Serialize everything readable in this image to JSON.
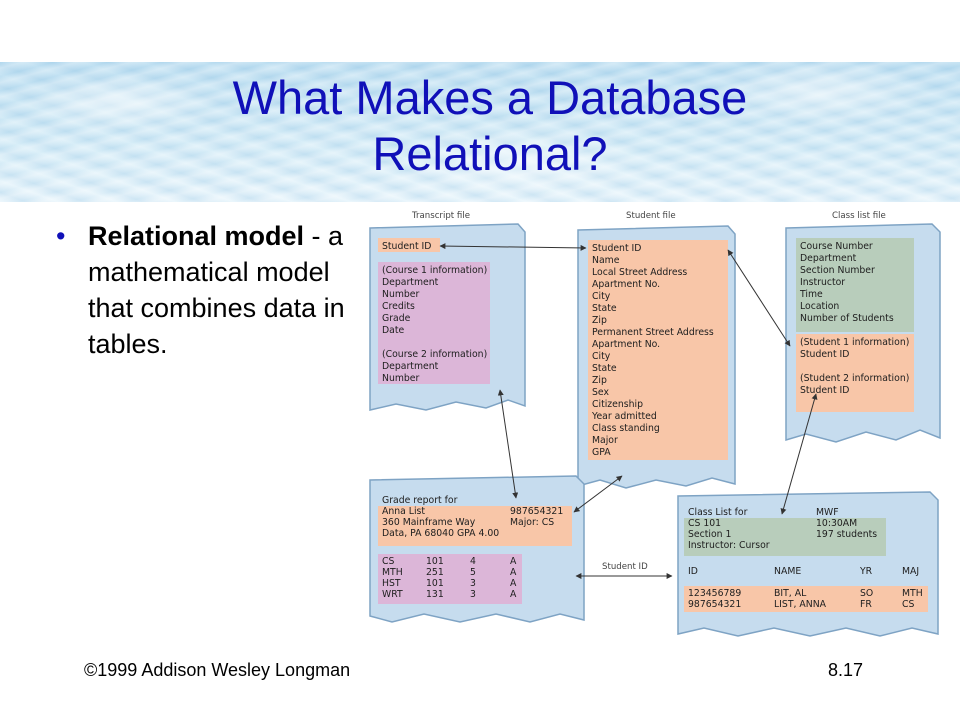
{
  "title_line1": "What Makes a Database",
  "title_line2": "Relational?",
  "bullet": {
    "term": "Relational model",
    "sep": " - ",
    "desc": "a mathematical model that combines data in tables."
  },
  "footer": {
    "left": "©1999 Addison Wesley Longman",
    "right": "8.17"
  },
  "colors": {
    "title": "#1010b8",
    "file": "#c6dcee",
    "pink": "#dcb6d8",
    "peach": "#f8c6a8",
    "green": "#b8cdbb"
  },
  "figure": {
    "transcript": {
      "caption": "Transcript file",
      "key": "Student ID",
      "fields": [
        "(Course 1 information)",
        "Department",
        "Number",
        "Credits",
        "Grade",
        "Date",
        "",
        "(Course 2 information)",
        "Department",
        "Number"
      ]
    },
    "student": {
      "caption": "Student file",
      "fields": [
        "Student ID",
        "Name",
        "Local Street Address",
        "Apartment No.",
        "City",
        "State",
        "Zip",
        "Permanent Street Address",
        "Apartment No.",
        "City",
        "State",
        "Zip",
        "Sex",
        "Citizenship",
        "Year admitted",
        "Class standing",
        "Major",
        "GPA"
      ]
    },
    "classfile": {
      "caption": "Class list file",
      "fields": [
        "Course Number",
        "Department",
        "Section Number",
        "Instructor",
        "Time",
        "Location",
        "Number of Students"
      ],
      "links": [
        "(Student 1 information)",
        "Student ID",
        "",
        "(Student 2 information)",
        "Student ID"
      ]
    },
    "grade": {
      "header": [
        [
          "Grade report for",
          ""
        ],
        [
          "Anna List",
          "987654321"
        ],
        [
          "360 Mainframe Way",
          "Major: CS"
        ],
        [
          "Data, PA 68040  GPA 4.00",
          ""
        ]
      ],
      "rows": [
        [
          "CS",
          "101",
          "4",
          "A"
        ],
        [
          "MTH",
          "251",
          "5",
          "A"
        ],
        [
          "HST",
          "101",
          "3",
          "A"
        ],
        [
          "WRT",
          "131",
          "3",
          "A"
        ]
      ]
    },
    "classlist": {
      "header": [
        [
          "Class List for",
          "MWF"
        ],
        [
          "CS 101",
          "10:30AM"
        ],
        [
          "Section 1",
          "197 students"
        ],
        [
          "Instructor:  Cursor",
          ""
        ]
      ],
      "columns": [
        "ID",
        "NAME",
        "YR",
        "MAJ"
      ],
      "rows": [
        [
          "123456789",
          "BIT, AL",
          "SO",
          "MTH"
        ],
        [
          "987654321",
          "LIST, ANNA",
          "FR",
          "CS"
        ]
      ]
    },
    "connector_label": "Student ID"
  }
}
